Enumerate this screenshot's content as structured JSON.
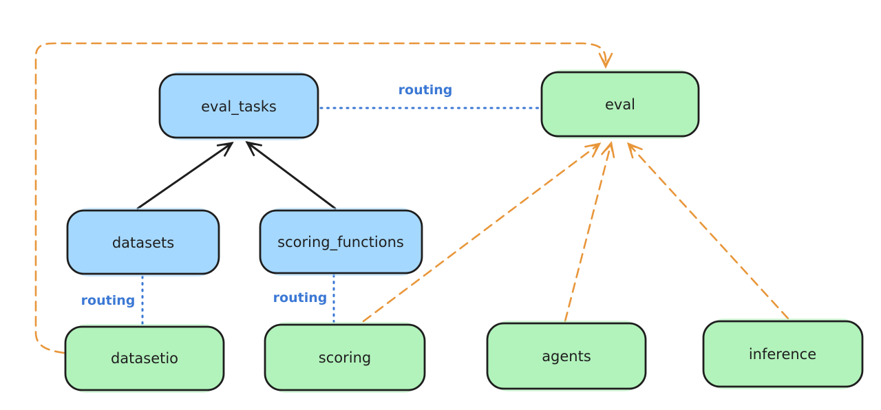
{
  "diagram": {
    "type": "architecture-graph",
    "labels": {
      "routing": "routing"
    },
    "colors": {
      "background": "#ffffff",
      "node_border": "#1e1e1e",
      "blue_node_fill": "#a5d8ff",
      "green_node_fill": "#b2f2bb",
      "routing_line_blue": "#3b78d4",
      "solid_arrow_black": "#1e1e1e",
      "dashed_arrow_orange": "#e8963a"
    },
    "nodes": {
      "eval_tasks": {
        "label": "eval_tasks",
        "color": "blue"
      },
      "eval": {
        "label": "eval",
        "color": "green"
      },
      "datasets": {
        "label": "datasets",
        "color": "blue"
      },
      "scoring_functions": {
        "label": "scoring_functions",
        "color": "blue"
      },
      "datasetio": {
        "label": "datasetio",
        "color": "green"
      },
      "scoring": {
        "label": "scoring",
        "color": "green"
      },
      "agents": {
        "label": "agents",
        "color": "green"
      },
      "inference": {
        "label": "inference",
        "color": "green"
      }
    },
    "edges": [
      {
        "from": "datasets",
        "to": "eval_tasks",
        "style": "solid-arrow",
        "color": "black"
      },
      {
        "from": "scoring_functions",
        "to": "eval_tasks",
        "style": "solid-arrow",
        "color": "black"
      },
      {
        "from": "eval_tasks",
        "to": "eval",
        "style": "dotted",
        "color": "blue",
        "label": "routing"
      },
      {
        "from": "datasets",
        "to": "datasetio",
        "style": "dotted",
        "color": "blue",
        "label": "routing"
      },
      {
        "from": "scoring_functions",
        "to": "scoring",
        "style": "dotted",
        "color": "blue",
        "label": "routing"
      },
      {
        "from": "datasetio",
        "to": "eval",
        "style": "dashed-arrow",
        "color": "orange"
      },
      {
        "from": "scoring",
        "to": "eval",
        "style": "dashed-arrow",
        "color": "orange"
      },
      {
        "from": "agents",
        "to": "eval",
        "style": "dashed-arrow",
        "color": "orange"
      },
      {
        "from": "inference",
        "to": "eval",
        "style": "dashed-arrow",
        "color": "orange"
      }
    ]
  }
}
